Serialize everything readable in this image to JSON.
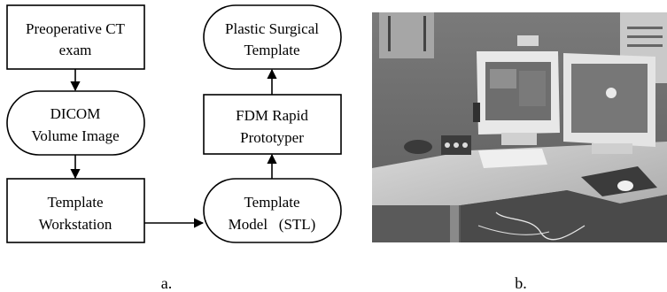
{
  "flowchart": {
    "preop_ct": {
      "line1": "Preoperative CT",
      "line2": "exam"
    },
    "dicom": {
      "line1": "DICOM",
      "line2": "Volume Image"
    },
    "workstation": {
      "line1": "Template",
      "line2": "Workstation"
    },
    "model": {
      "line1": "Template",
      "line2": "Model   (STL)"
    },
    "fdm": {
      "line1": "FDM Rapid",
      "line2": "Prototyper"
    },
    "plastic": {
      "line1": "Plastic Surgical",
      "line2": "Template"
    }
  },
  "captions": {
    "a": "a.",
    "b": "b."
  },
  "photo": {
    "subject": "computer workstation with two CRT monitors on a desk"
  }
}
